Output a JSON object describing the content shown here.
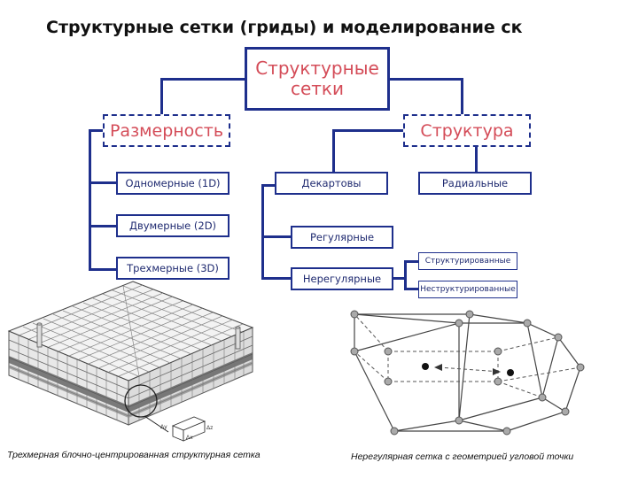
{
  "title": "Структурные сетки (гриды) и моделирование ск",
  "root": {
    "line1": "Структурные",
    "line2": "сетки"
  },
  "dimension": {
    "label": "Размерность",
    "items": [
      "Одномерные (1D)",
      "Двумерные (2D)",
      "Трехмерные (3D)"
    ]
  },
  "structure": {
    "label": "Структура",
    "cartesian": "Декартовы",
    "radial": "Радиальные",
    "regular": "Регулярные",
    "irregular": "Нерегулярные",
    "irregular_sub": [
      "Структурированные",
      "Неструктурированные"
    ]
  },
  "figures": {
    "left_caption": "Трехмерная блочно-центрированная структурная сетка",
    "right_caption": "Нерегулярная сетка с геометрией угловой точки",
    "cell_labels": [
      "Δy",
      "Δz",
      "Δx"
    ]
  },
  "colors": {
    "box_border": "#1e2f8c",
    "category_text": "#d44c58",
    "item_text": "#1f2a70"
  }
}
